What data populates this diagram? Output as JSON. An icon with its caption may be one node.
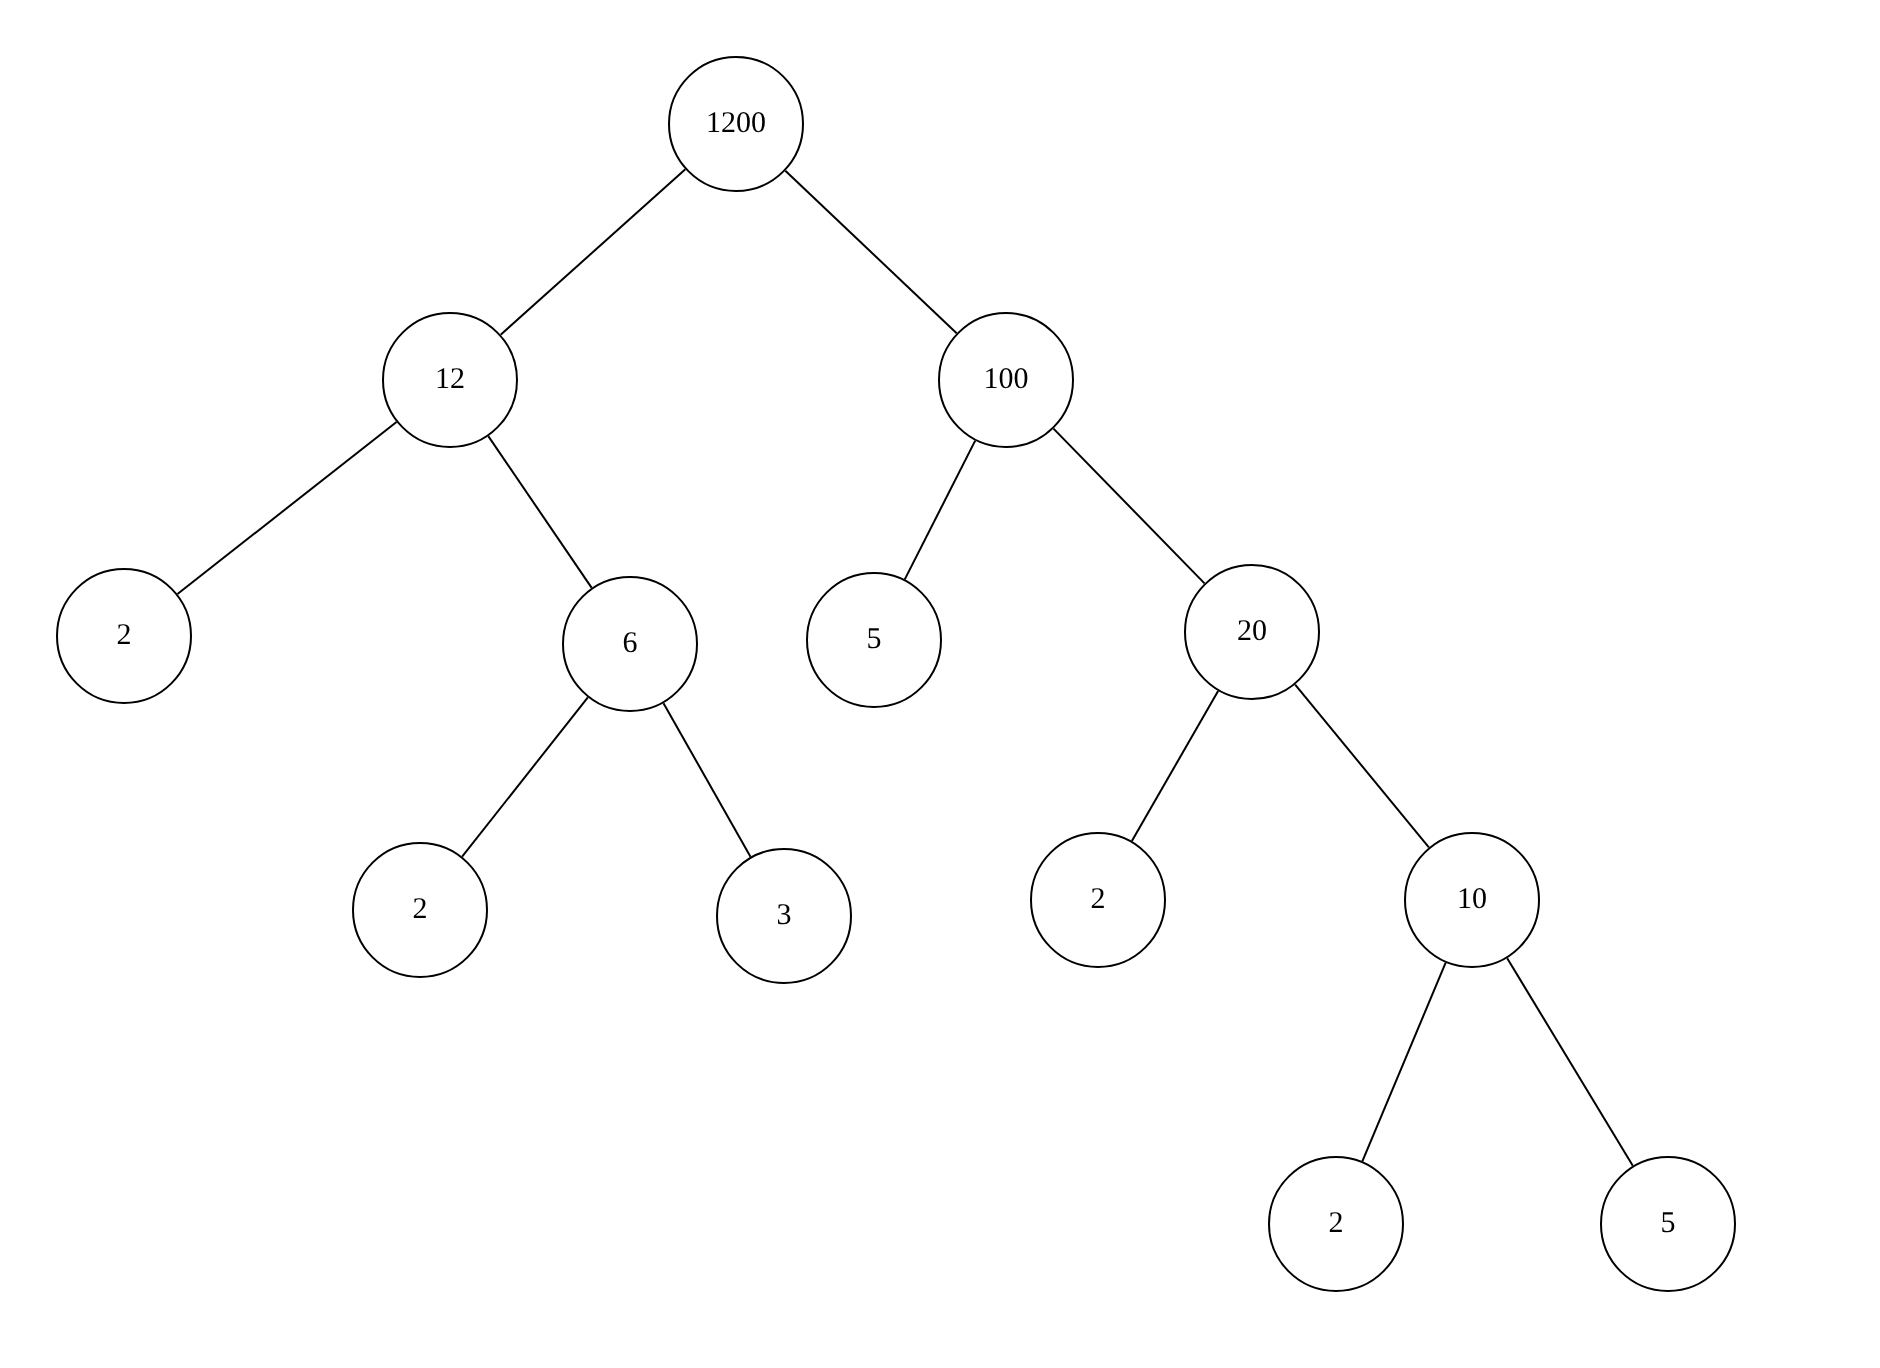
{
  "diagram": {
    "nodes": [
      {
        "text": [
          "1200"
        ]
      },
      {
        "text": [
          "12"
        ]
      },
      {
        "text": [
          "100"
        ]
      },
      {
        "text": [
          "2"
        ]
      },
      {
        "text": [
          "6"
        ]
      },
      {
        "text": [
          "5"
        ]
      },
      {
        "text": [
          "20"
        ]
      },
      {
        "text": [
          "2"
        ]
      },
      {
        "text": [
          "3"
        ]
      },
      {
        "text": [
          "2"
        ]
      },
      {
        "text": [
          "10"
        ]
      },
      {
        "text": [
          "2"
        ]
      },
      {
        "text": [
          "5"
        ]
      }
    ],
    "edges": [
      {
        "from": 0,
        "to": 1,
        "arrow": "none"
      },
      {
        "from": 0,
        "to": 2,
        "arrow": "none"
      },
      {
        "from": 1,
        "to": 3,
        "arrow": "none"
      },
      {
        "from": 1,
        "to": 4,
        "arrow": "none"
      },
      {
        "from": 2,
        "to": 5,
        "arrow": "none"
      },
      {
        "from": 2,
        "to": 6,
        "arrow": "none"
      },
      {
        "from": 4,
        "to": 7,
        "arrow": "none"
      },
      {
        "from": 4,
        "to": 8,
        "arrow": "none"
      },
      {
        "from": 6,
        "to": 9,
        "arrow": "none"
      },
      {
        "from": 6,
        "to": 10,
        "arrow": "none"
      },
      {
        "from": 10,
        "to": 11,
        "arrow": "none"
      },
      {
        "from": 10,
        "to": 12,
        "arrow": "none"
      }
    ]
  }
}
